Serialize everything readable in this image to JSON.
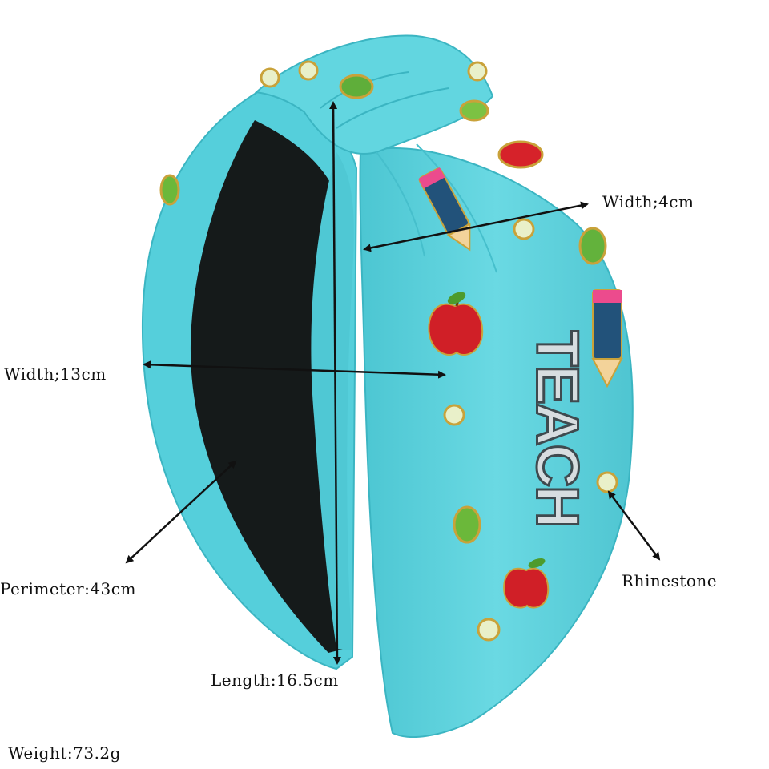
{
  "labels": {
    "width_small": "Width;4cm",
    "width_large": "Width;13cm",
    "perimeter": "Perimeter:43cm",
    "length": "Length:16.5cm",
    "rhinestone": "Rhinestone",
    "weight": "Weight:73.2g"
  },
  "product": {
    "band_color": "#5fd4df",
    "band_shadow_color": "#3fb8c6",
    "lining_color": "#151a1a",
    "embellishment_text": "TEACH"
  }
}
